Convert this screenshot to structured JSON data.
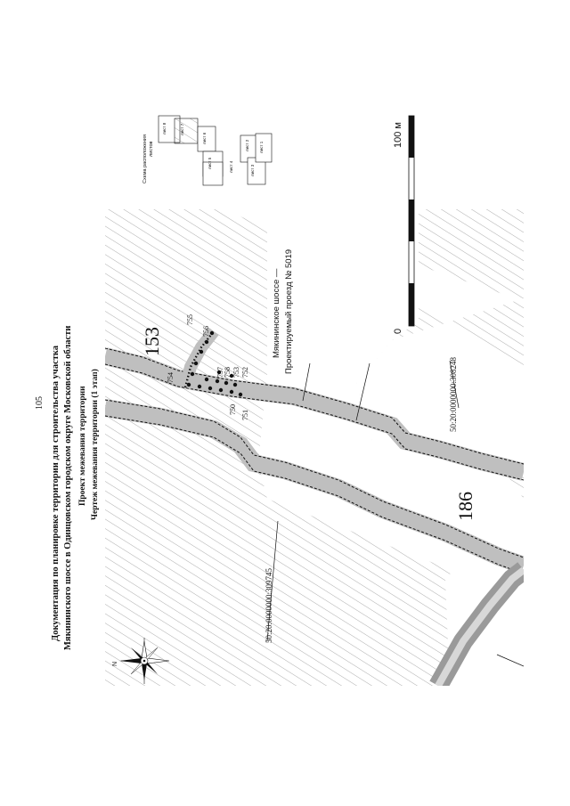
{
  "page_number": "105",
  "header": {
    "title_line1": "Документация по планировке территории для строительства участка",
    "title_line2": "Мякининского шоссе в Одинцовском городском округе Московской области",
    "title_line3": "Проект межевания территории",
    "title_line4": "Чертеж межевания территории (1 этап)"
  },
  "map": {
    "plots": {
      "p153": "153",
      "p186": "186"
    },
    "cadastral": {
      "c309745": "50:20:0000000:309745",
      "c308248": "50:20:0000000:308248"
    },
    "road_label_line1": "Мякининское шоссе —",
    "road_label_line2": "Проектируемый проезд № 5019",
    "points": {
      "p750": "750",
      "p751": "751",
      "p752": "752",
      "p753": "753",
      "p754": "754",
      "p755": "755",
      "p756": "756",
      "p757": "757",
      "p758": "758"
    },
    "north": "N"
  },
  "scale_bar": {
    "zero": "0",
    "max": "100 м"
  },
  "sheet_scheme": {
    "title_line1": "Схема расположения",
    "title_line2": "листов",
    "sheets": {
      "s1": "лист 1",
      "s2": "лист 2",
      "s3": "лист 3",
      "s4": "лист 4",
      "s5": "лист 5",
      "s6": "лист 6",
      "s7": "лист 7",
      "s8": "лист 8"
    }
  },
  "colors": {
    "hatch": "#8a8a8a",
    "road": "#9a9a9a",
    "road_band": "#bfbfbf",
    "boundary": "#000000"
  }
}
